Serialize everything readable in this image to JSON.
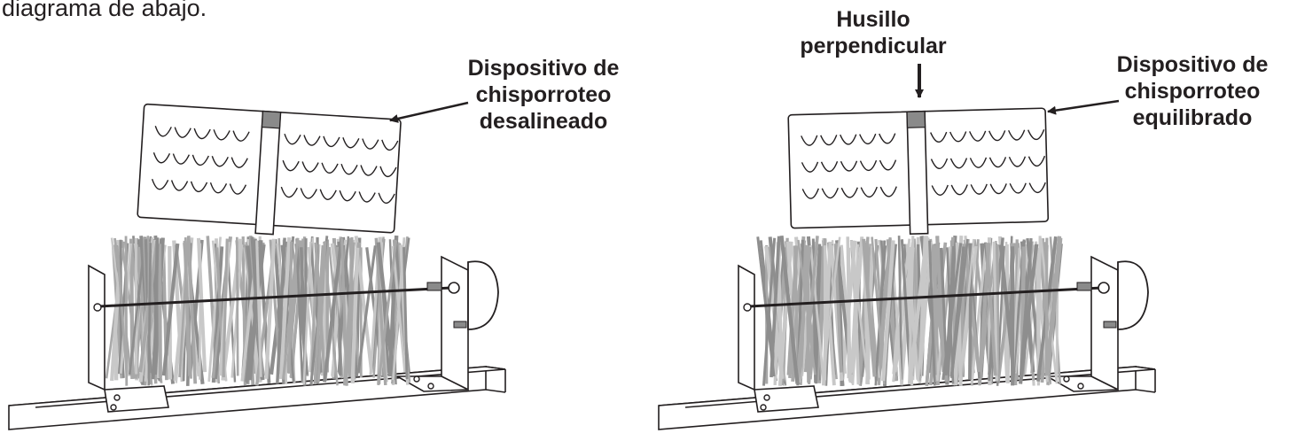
{
  "intro_text": "diagrama de abajo.",
  "left_diagram": {
    "callout_lines": [
      "Dispositivo de",
      "chisporroteo",
      "desalineado"
    ]
  },
  "right_diagram": {
    "spindle_lines": [
      "Husillo",
      "perpendicular"
    ],
    "callout_lines": [
      "Dispositivo de",
      "chisporroteo",
      "equilibrado"
    ]
  },
  "colors": {
    "ink": "#231f20",
    "bristle_light": "#c8c8c8",
    "bristle_mid": "#a8a8a8",
    "bristle_dark": "#8e8e8e",
    "spindle_block": "#8a8a8a"
  }
}
